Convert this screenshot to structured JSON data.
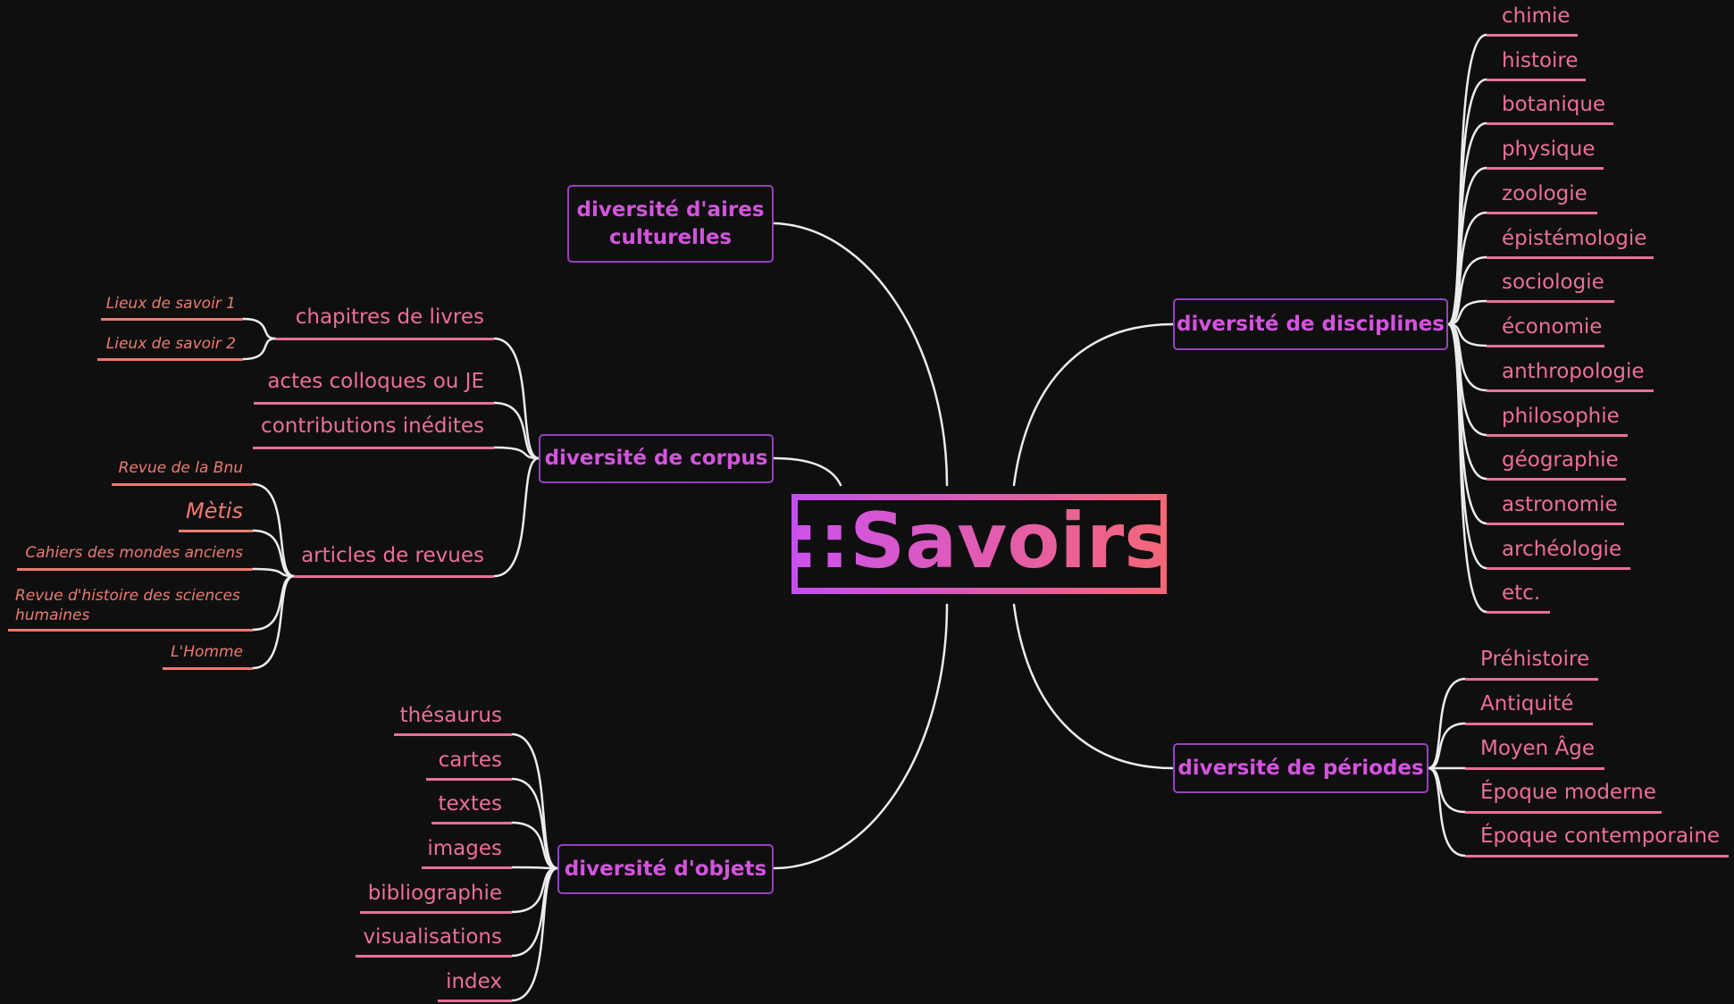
{
  "colors": {
    "background": "#0f0f10",
    "wire": "#ececec",
    "branch_border": "#9a41bb",
    "branch_text": "#d354dd",
    "leaf_text": "#ec6f99",
    "leaf_italic": "#ec7b70",
    "gradient_start": "#c450ee",
    "gradient_end": "#f56676"
  },
  "center": {
    "title": "::Savoirs"
  },
  "branches": {
    "aires": {
      "lines": [
        "diversité d'aires",
        "culturelles"
      ]
    },
    "disciplines": {
      "label": "diversité de disciplines",
      "items": [
        "chimie",
        "histoire",
        "botanique",
        "physique",
        "zoologie",
        "épistémologie",
        "sociologie",
        "économie",
        "anthropologie",
        "philosophie",
        "géographie",
        "astronomie",
        "archéologie",
        "etc."
      ]
    },
    "corpus": {
      "label": "diversité de corpus",
      "chapitres": {
        "label": "chapitres de livres",
        "items": [
          "Lieux de savoir 1",
          "Lieux de savoir 2"
        ]
      },
      "actes": "actes colloques ou JE",
      "contributions": "contributions inédites",
      "revues": {
        "label": "articles de revues",
        "items": [
          "Revue de la Bnu",
          "Mètis",
          "Cahiers des mondes anciens",
          "Revue d'histoire des sciences humaines",
          "L'Homme"
        ]
      }
    },
    "periodes": {
      "label": "diversité de périodes",
      "items": [
        "Préhistoire",
        "Antiquité",
        "Moyen Âge",
        "Époque moderne",
        "Époque contemporaine"
      ]
    },
    "objets": {
      "label": "diversité d'objets",
      "items": [
        "thésaurus",
        "cartes",
        "textes",
        "images",
        "bibliographie",
        "visualisations",
        "index"
      ]
    }
  }
}
